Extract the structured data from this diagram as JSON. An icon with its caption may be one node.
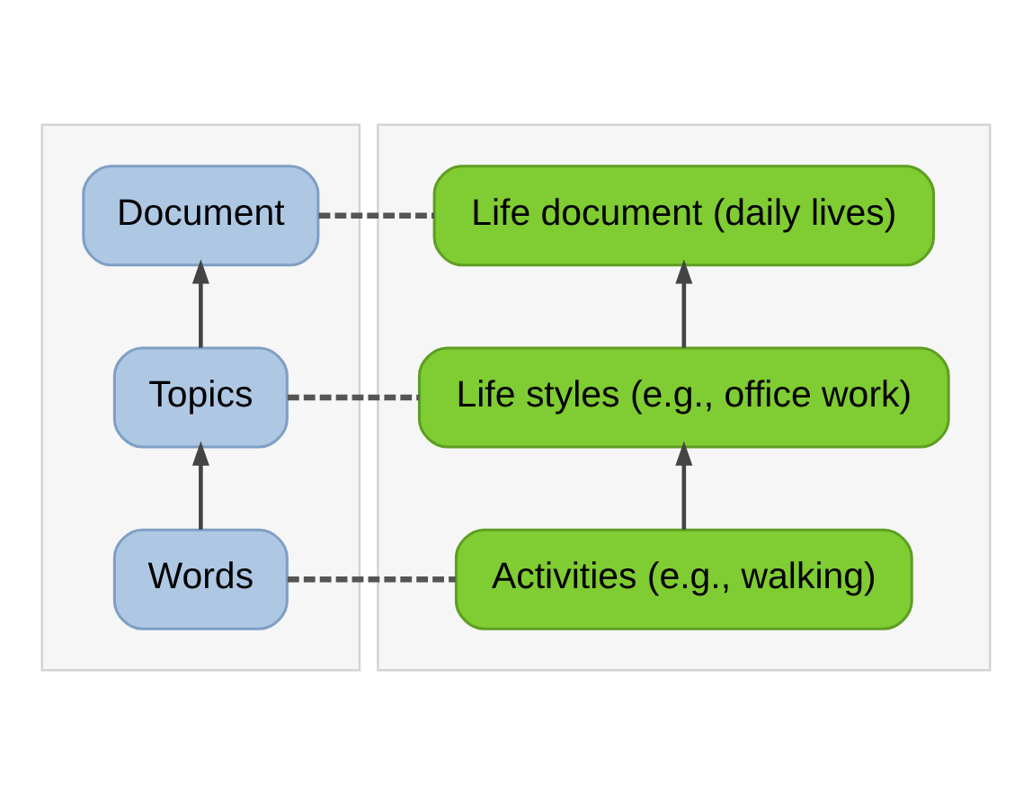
{
  "diagram": {
    "nodes": [
      {
        "text": [],
        "shape": "box"
      },
      {
        "text": [
          "Document"
        ],
        "in": 0
      },
      {
        "text": [
          "Topics"
        ],
        "in": 0
      },
      {
        "text": [
          "Words"
        ],
        "in": 0
      },
      {
        "text": [],
        "shape": "box"
      },
      {
        "text": [
          "Life document (daily lives)"
        ],
        "in": 4
      },
      {
        "text": [
          "Life styles (e.g., office work)"
        ],
        "in": 4
      },
      {
        "text": [
          "Activities (e.g., walking)"
        ],
        "in": 4
      }
    ],
    "edges": [
      {
        "from": 3,
        "to": 2,
        "arrow": "to"
      },
      {
        "from": 2,
        "to": 1,
        "arrow": "to"
      },
      {
        "from": 7,
        "to": 6,
        "arrow": "to"
      },
      {
        "from": 6,
        "to": 5,
        "arrow": "to"
      },
      {
        "from": 1,
        "to": 5,
        "arrow": "none",
        "style": "dashed"
      },
      {
        "from": 2,
        "to": 6,
        "arrow": "none",
        "style": "dashed"
      },
      {
        "from": 3,
        "to": 7,
        "arrow": "none",
        "style": "dashed"
      }
    ]
  }
}
